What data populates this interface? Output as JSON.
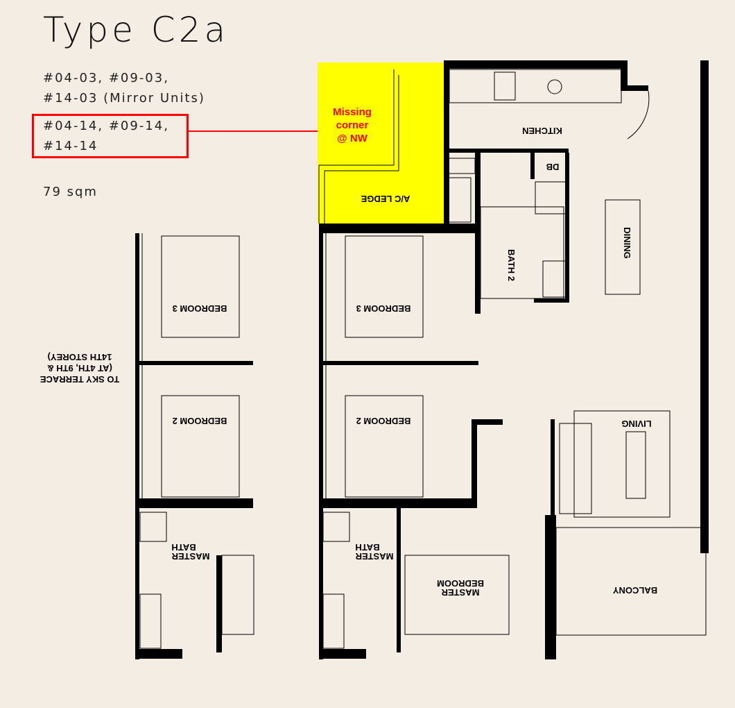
{
  "title": "Type C2a",
  "units_mirror": [
    "#04-03, #09-03,",
    "#14-03 (Mirror Units)"
  ],
  "units_highlighted": [
    "#04-14, #09-14,",
    "#14-14"
  ],
  "area": "79 sqm",
  "annotation": [
    "Missing",
    "corner",
    "@ NW"
  ],
  "colors": {
    "highlight": "#ffff00",
    "annotation": "#ff0000",
    "background": "#f3ede3"
  },
  "rooms": {
    "kitchen": "KITCHEN",
    "db": "DB",
    "ac_ledge": "A/C LEDGE",
    "dining": "DINING",
    "bath2": "BATH 2",
    "bedroom3": "BEDROOM 3",
    "bedroom2": "BEDROOM 2",
    "living": "LIVING",
    "master_bath": [
      "MASTER",
      "BATH"
    ],
    "master_bedroom": [
      "MASTER",
      "BEDROOM"
    ],
    "balcony": "BALCONY",
    "neighbor_bedroom3": "BEDROOM 3",
    "neighbor_bedroom2": "BEDROOM 2",
    "neighbor_master_bath": [
      "MASTER",
      "BATH"
    ],
    "sky_terrace": [
      "TO SKY TERRACE",
      "(AT 4TH, 9TH &",
      "14TH STOREY)"
    ]
  }
}
